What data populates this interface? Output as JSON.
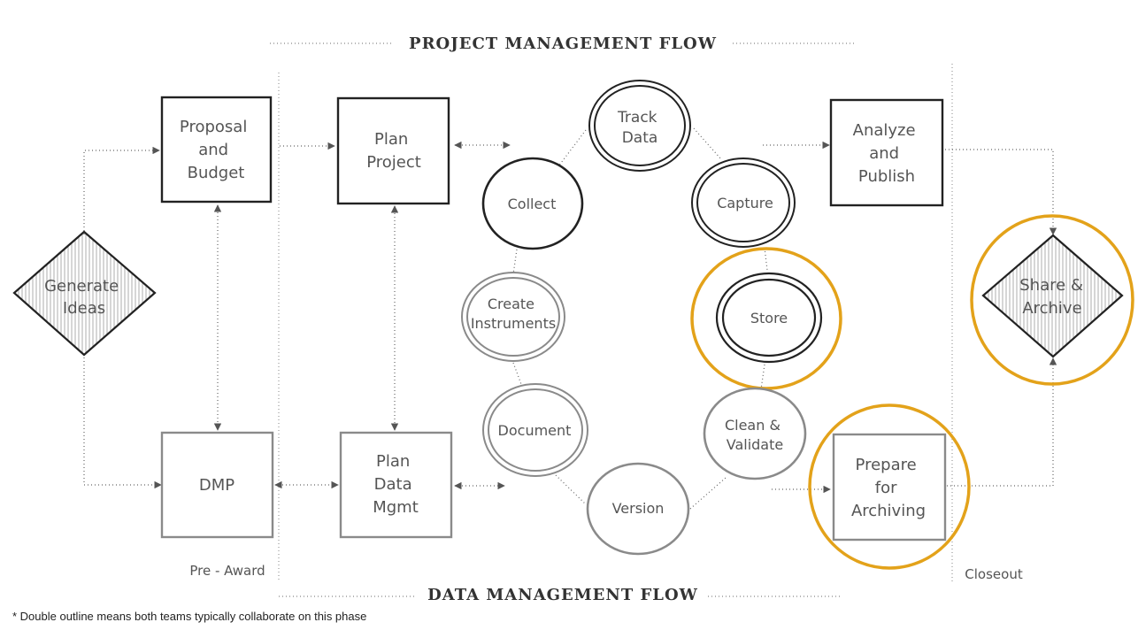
{
  "titles": {
    "project": "PROJECT  MANAGEMENT FLOW",
    "data": "DATA MANAGEMENT FLOW"
  },
  "phases": {
    "pre_award": "Pre - Award",
    "closeout": "Closeout"
  },
  "nodes": {
    "generate_ideas": [
      "Generate",
      "Ideas"
    ],
    "proposal_budget": [
      "Proposal",
      "and",
      "Budget"
    ],
    "dmp": [
      "DMP"
    ],
    "plan_project": [
      "Plan",
      "Project"
    ],
    "plan_data_mgmt": [
      "Plan",
      "Data",
      "Mgmt"
    ],
    "track_data": [
      "Track",
      "Data"
    ],
    "collect": [
      "Collect"
    ],
    "capture": [
      "Capture"
    ],
    "create_instruments": [
      "Create",
      "Instruments"
    ],
    "store": [
      "Store"
    ],
    "document": [
      "Document"
    ],
    "clean_validate": [
      "Clean &",
      "Validate"
    ],
    "version": [
      "Version"
    ],
    "analyze_publish": [
      "Analyze",
      "and",
      "Publish"
    ],
    "prepare_archiving": [
      "Prepare",
      "for",
      "Archiving"
    ],
    "share_archive": [
      "Share &",
      "Archive"
    ]
  },
  "footnote": "* Double outline means both teams typically collaborate on this phase",
  "colors": {
    "highlight": "#e3a21a",
    "stroke_dark": "#222222",
    "stroke_grey": "#8a8a8a",
    "text": "#555555"
  }
}
